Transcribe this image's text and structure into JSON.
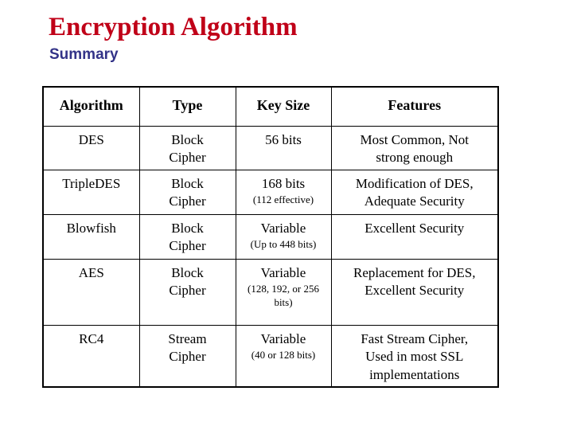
{
  "slide": {
    "title": "Encryption Algorithm",
    "subtitle": "Summary"
  },
  "colors": {
    "title_accent": "#c00018",
    "subtitle_accent": "#333388",
    "table_border": "#000000",
    "text": "#000000",
    "background": "#ffffff"
  },
  "table": {
    "headers": [
      "Algorithm",
      "Type",
      "Key Size",
      "Features"
    ],
    "rows": [
      {
        "algorithm": "DES",
        "type": "Block Cipher",
        "key_size": "56 bits",
        "key_size_note": "",
        "features": "Most Common, Not strong enough"
      },
      {
        "algorithm": "TripleDES",
        "type": "Block Cipher",
        "key_size": "168 bits",
        "key_size_note": "(112 effective)",
        "features": "Modification of DES, Adequate Security"
      },
      {
        "algorithm": "Blowfish",
        "type": "Block Cipher",
        "key_size": "Variable",
        "key_size_note": "(Up to 448 bits)",
        "features": "Excellent Security"
      },
      {
        "algorithm": "AES",
        "type": "Block Cipher",
        "key_size": "Variable",
        "key_size_note": "(128, 192, or 256 bits)",
        "features": "Replacement for DES, Excellent Security"
      },
      {
        "algorithm": "RC4",
        "type": "Stream Cipher",
        "key_size": "Variable",
        "key_size_note": "(40 or 128 bits)",
        "features": "Fast Stream Cipher, Used in most SSL implementations"
      }
    ]
  }
}
